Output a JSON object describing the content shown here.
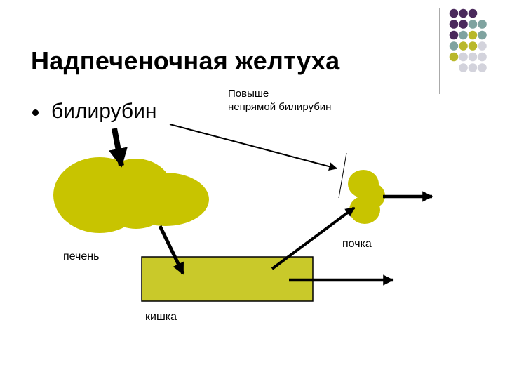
{
  "slide": {
    "title": "Надпеченочная желтуха",
    "bullet": "билирубин",
    "note_line1": "Повыше",
    "note_line2": "непрямой билирубин",
    "liver_label": "печень",
    "kidney_label": "почка",
    "intestine_label": "кишка"
  },
  "colors": {
    "organ_fill": "#c8c400",
    "intestine_fill": "#c9c92a",
    "dot_purple": "#4b2a5c",
    "dot_teal": "#7fa3a0",
    "dot_olive": "#b9b82a",
    "dot_grey": "#d3d3dc"
  },
  "decor_dot_colors": [
    [
      "dot_purple",
      "dot_purple",
      "dot_purple",
      null
    ],
    [
      "dot_purple",
      "dot_purple",
      "dot_teal",
      "dot_teal"
    ],
    [
      "dot_purple",
      "dot_teal",
      "dot_olive",
      "dot_teal"
    ],
    [
      "dot_teal",
      "dot_olive",
      "dot_olive",
      "dot_grey"
    ],
    [
      "dot_olive",
      "dot_grey",
      "dot_grey",
      "dot_grey"
    ],
    [
      null,
      "dot_grey",
      "dot_grey",
      "dot_grey"
    ]
  ]
}
